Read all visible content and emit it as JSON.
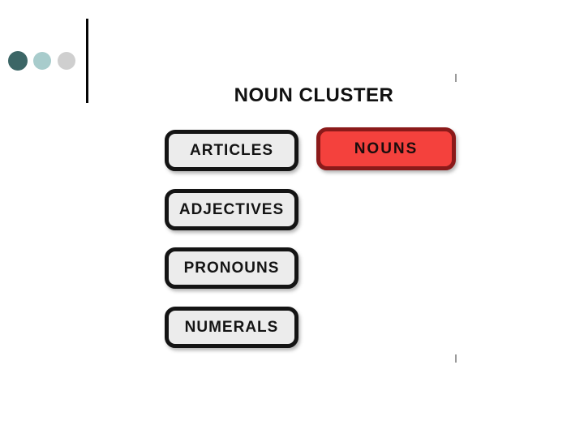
{
  "title": "NOUN CLUSTER",
  "buttons": [
    {
      "label": "ARTICLES",
      "style": "default"
    },
    {
      "label": "NOUNS",
      "style": "highlighted"
    },
    {
      "label": "ADJECTIVES",
      "style": "default"
    },
    {
      "label": "PRONOUNS",
      "style": "default"
    },
    {
      "label": "NUMERALS",
      "style": "default"
    }
  ],
  "colors": {
    "highlight_fill": "#f4413d",
    "highlight_border": "#8b1a1a",
    "button_fill": "#ececec",
    "button_border": "#141414",
    "title_text": "#111111",
    "dot_dark_teal": "#3c6666",
    "dot_light_teal": "#a8cccc",
    "dot_gray": "#cfcfcf"
  }
}
